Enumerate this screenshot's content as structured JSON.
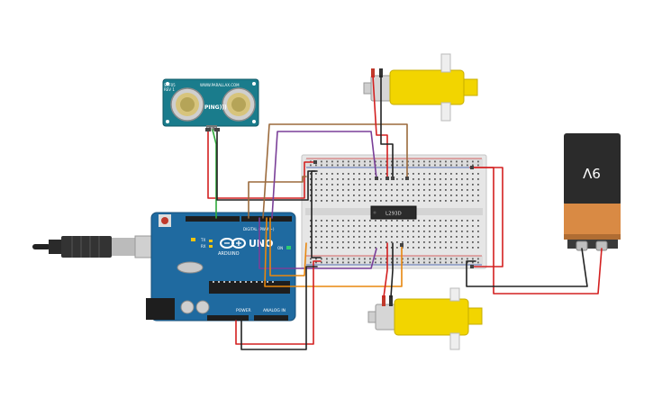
{
  "components": {
    "ultrasonic_sensor": {
      "brand_line1": "SRF05",
      "brand_line2": "REV 1",
      "url": "WWW.PARALLAX.COM",
      "name": "PING)))"
    },
    "arduino": {
      "logo_text": "UNO",
      "brand": "ARDUINO",
      "digital_header": "DIGITAL (PWM ~)",
      "power_header": "POWER",
      "analog_header": "ANALOG IN",
      "tx": "TX",
      "rx": "RX",
      "on": "ON"
    },
    "motor_driver": {
      "label": "L293D"
    },
    "battery": {
      "voltage": "9V"
    }
  },
  "colors": {
    "board_blue": "#1f6aa0",
    "motor_yellow": "#f2d500",
    "sensor_teal": "#1a7c8c",
    "battery_black": "#2b2b2b",
    "battery_copper": "#d98a44",
    "wire_red": "#d32020",
    "wire_black": "#222222",
    "wire_green": "#2eaa3a",
    "wire_brown": "#9b6a3c",
    "wire_purple": "#7a3f98",
    "wire_orange": "#e8870e"
  }
}
